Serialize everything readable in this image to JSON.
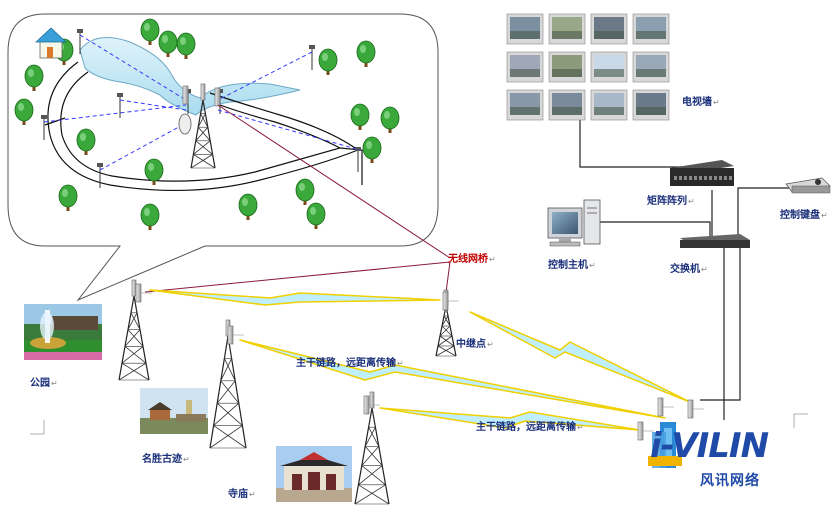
{
  "labels": {
    "video_wall": "电视墙",
    "matrix": "矩阵阵列",
    "control_keyboard": "控制键盘",
    "control_host": "控制主机",
    "switch": "交换机",
    "wireless_bridge": "无线网桥",
    "relay_point": "中继点",
    "park": "公园",
    "scenic_site": "名胜古迹",
    "temple": "寺庙",
    "backbone_1": "主干链路，远距离传输",
    "backbone_2": "主干链路，远距离传输"
  },
  "brand": {
    "name": "i-VILIN",
    "chinese": "风讯网络"
  },
  "colors": {
    "video_link": "#3a3aff",
    "bridge_link": "#8b1c3a",
    "backbone": "#f0d000",
    "beam": "#bfefff",
    "cable": "#222222",
    "label": "#1a2f7a",
    "accent_label": "#c00000",
    "brand": "#1f4aa8"
  }
}
